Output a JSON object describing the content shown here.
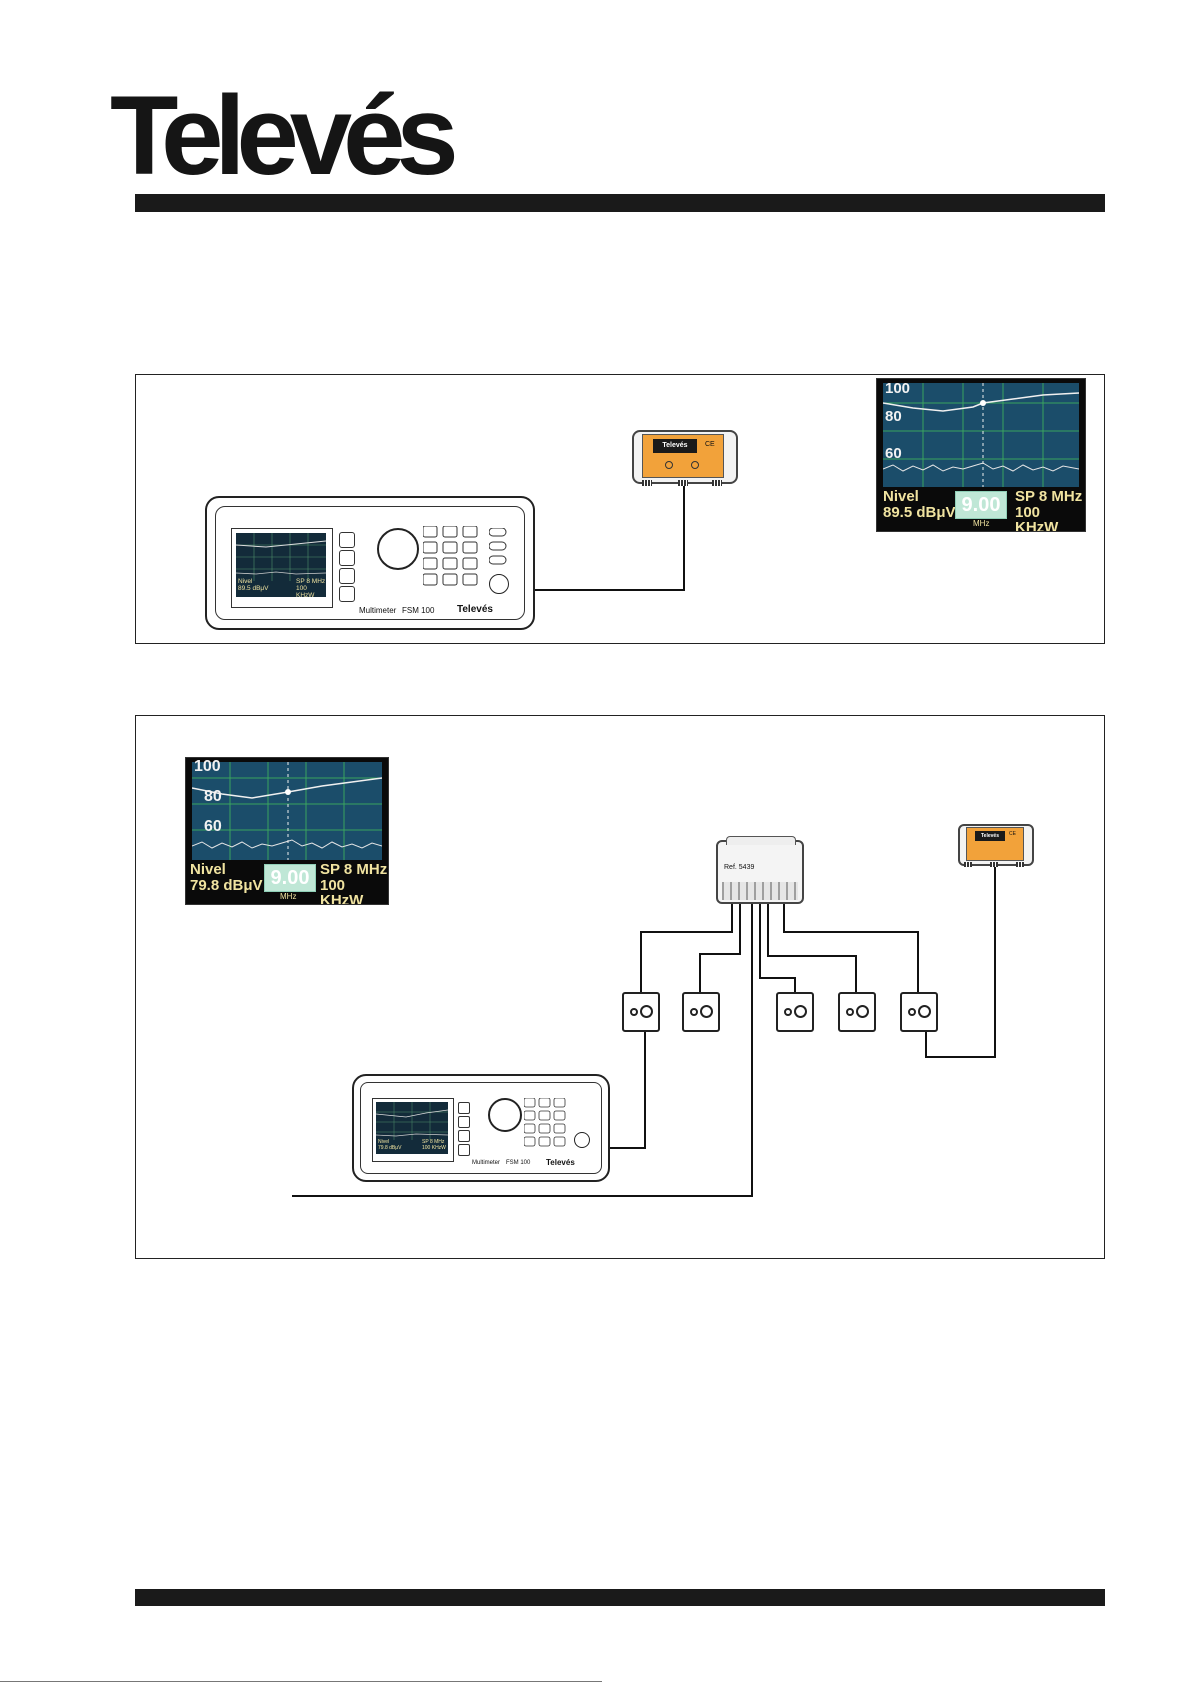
{
  "brand": {
    "logo_text": "Televés"
  },
  "diagram1": {
    "scope": {
      "y_labels": [
        "100",
        "80",
        "60"
      ],
      "readout_label": "Nivel",
      "readout_value": "89.5 dBμV",
      "frequency": "9.00",
      "frequency_unit": "MHz",
      "span": "SP 8 MHz",
      "rbw": "100 KHzW"
    },
    "meter": {
      "screen_readout": "Nivel",
      "screen_value": "89.5 dBμV",
      "screen_span": "SP 8 MHz",
      "screen_rbw": "100 KHzW",
      "model_label": "Multimeter",
      "model_number": "FSM 100",
      "brand_label": "Televés"
    },
    "generator": {
      "brand_label": "Televés",
      "ce_mark": "CE"
    }
  },
  "diagram2": {
    "scope": {
      "y_labels": [
        "100",
        "80",
        "60"
      ],
      "readout_label": "Nivel",
      "readout_value": "79.8 dBμV",
      "frequency": "9.00",
      "frequency_unit": "MHz",
      "span": "SP 8 MHz",
      "rbw": "100 KHzW"
    },
    "splitter": {
      "ref_label": "Ref. 5439"
    },
    "generator": {
      "brand_label": "Televés",
      "ce_mark": "CE"
    },
    "meter": {
      "screen_readout": "Nivel",
      "screen_value": "79.8 dBμV",
      "screen_span": "SP 8 MHz",
      "screen_rbw": "100 KHzW",
      "model_label": "Multimeter",
      "model_number": "FSM 100",
      "brand_label": "Televés"
    }
  }
}
